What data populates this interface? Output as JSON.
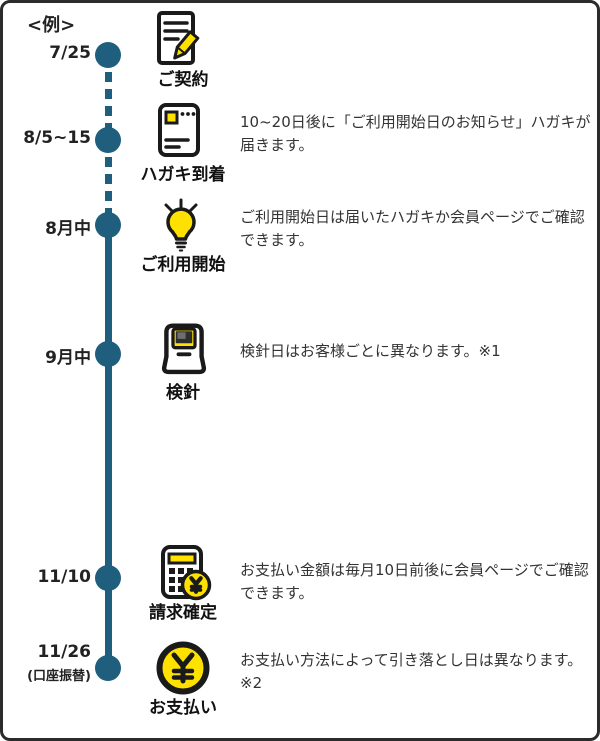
{
  "header": {
    "example_label": "<例>"
  },
  "colors": {
    "timeline_teal": "#1F5E7D",
    "icon_yellow": "#FFE100",
    "icon_outline": "#1A1A1A",
    "text_dark": "#333333",
    "frame_border": "#2B2B2B"
  },
  "timeline": {
    "dashed_segment": "7/25 to 8月中",
    "solid_segment": "8月中 to 11/26"
  },
  "rows": [
    {
      "date": "7/25",
      "icon": "contract-document-icon",
      "caption": "ご契約",
      "description": ""
    },
    {
      "date": "8/5~15",
      "icon": "postcard-icon",
      "caption": "ハガキ到着",
      "description": "10~20日後に「ご利用開始日のお知らせ」ハガキが届きます。"
    },
    {
      "date": "8月中",
      "icon": "lightbulb-icon",
      "caption": "ご利用開始",
      "description": "ご利用開始日は届いたハガキか会員ページでご確認できます。"
    },
    {
      "date": "9月中",
      "icon": "meter-icon",
      "caption": "検針",
      "description": "検針日はお客様ごとに異なります。※1"
    },
    {
      "date": "11/10",
      "icon": "calculator-icon",
      "caption": "請求確定",
      "description": "お支払い金額は毎月10日前後に会員ページでご確認できます。"
    },
    {
      "date": "11/26",
      "date_note": "(口座振替)",
      "icon": "yen-coin-icon",
      "caption": "お支払い",
      "description": "お支払い方法によって引き落とし日は異なります。※2"
    }
  ]
}
